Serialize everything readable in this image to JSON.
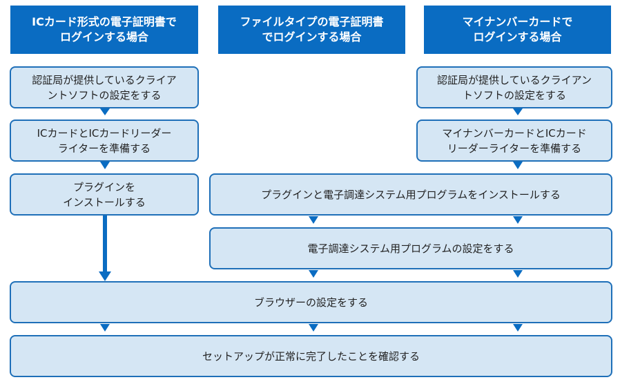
{
  "headers": {
    "ic_card": [
      "ICカード形式の電子証明書で",
      "ログインする場合"
    ],
    "file_type": [
      "ファイルタイプの電子証明書",
      "でログインする場合"
    ],
    "my_number": [
      "マイナンバーカードで",
      "ログインする場合"
    ]
  },
  "steps": {
    "left_client_software": [
      "認証局が提供しているクライア",
      "ントソフトの設定をする"
    ],
    "left_prepare_reader": [
      "ICカードとICカードリーダー",
      "ライターを準備する"
    ],
    "left_install_plugin": [
      "プラグインを",
      "インストールする"
    ],
    "right_client_software": [
      "認証局が提供しているクライアン",
      "トソフトの設定をする"
    ],
    "right_prepare_reader": [
      "マイナンバーカードとICカード",
      "リーダーライターを準備する"
    ],
    "install_plugin_and_program": [
      "プラグインと電子調達システム用プログラムをインストールする"
    ],
    "configure_program": [
      "電子調達システム用プログラムの設定をする"
    ],
    "configure_browser": [
      "ブラウザーの設定をする"
    ],
    "confirm_setup": [
      "セットアップが正常に完了したことを確認する"
    ]
  },
  "colors": {
    "header_bg": "#0a6cc2",
    "box_bg": "#d5e6f4",
    "box_border": "#1e6fb8",
    "arrow": "#0a6cc2"
  }
}
